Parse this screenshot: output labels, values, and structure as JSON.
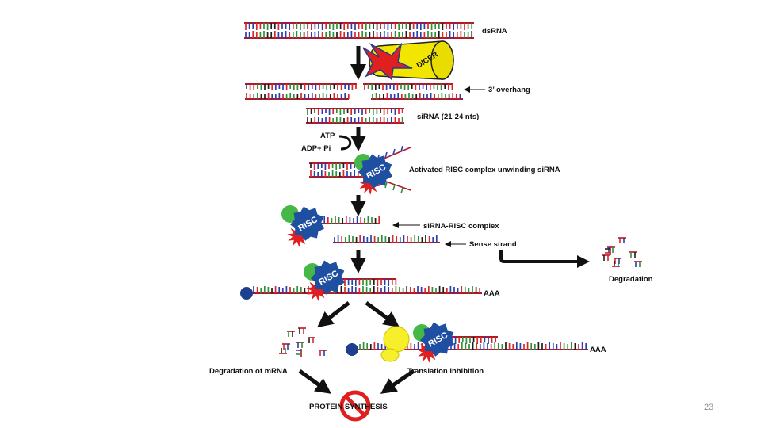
{
  "slide_number": "23",
  "labels": {
    "dsrna": "dsRNA",
    "dicer": "DICER",
    "overhang": "3’ overhang",
    "sirna": "siRNA (21-24 nts)",
    "atp": "ATP",
    "adp": "ADP+ Pi",
    "activated_risc": "Activated RISC complex unwinding siRNA",
    "risc": "RISC",
    "sirna_risc": "siRNA-RISC complex",
    "sense_strand": "Sense strand",
    "degradation": "Degradation",
    "poly_a": "AAA",
    "degradation_mrna": "Degradation of mRNA",
    "translation_inhibition": "Translation inhibition",
    "protein_synthesis": "PROTEIN SYNTHESIS"
  },
  "colors": {
    "backbone": "#b0182a",
    "base_red": "#d42a2a",
    "base_blue": "#2a3fa8",
    "base_green": "#2f8f3a",
    "base_dark": "#1f1f1f",
    "risc_blue": "#1e4fa0",
    "argonaute_green": "#46b847",
    "star_red": "#e02020",
    "dicer_yellow": "#f2e600",
    "cap_blue": "#1e3f8e",
    "ribosome_yellow": "#f6ef2a",
    "no_sign_red": "#e02020"
  }
}
